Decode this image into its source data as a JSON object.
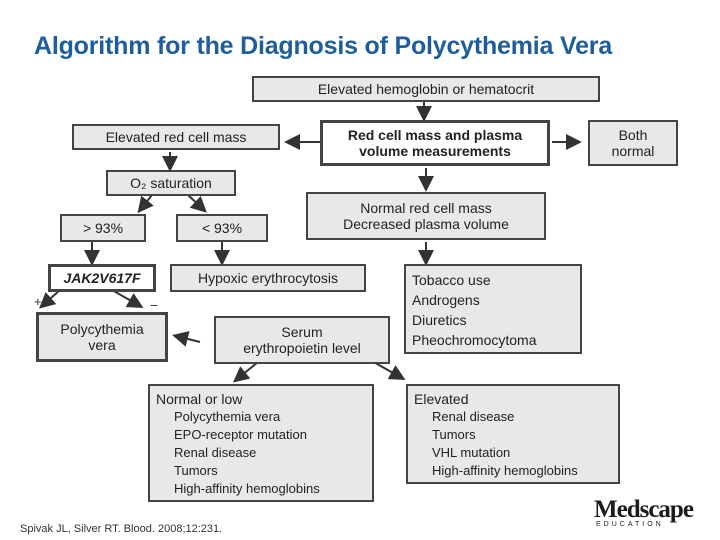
{
  "title": "Algorithm for the Diagnosis of Polycythemia Vera",
  "nodes": {
    "elevated_hgb": "Elevated hemoglobin or hematocrit",
    "rcm_plasma": [
      "Red cell mass and plasma",
      "volume measurements"
    ],
    "elevated_rcm": "Elevated red cell mass",
    "both_normal": [
      "Both",
      "normal"
    ],
    "o2_saturation": "O₂ saturation",
    "normal_rcm": [
      "Normal red cell mass",
      "Decreased plasma volume"
    ],
    "gt93": "> 93%",
    "lt93": "< 93%",
    "jak2": "JAK2V617F",
    "hypoxic": "Hypoxic erythrocytosis",
    "tobacco": [
      "Tobacco use",
      "Androgens",
      "Diuretics",
      "Pheochromocytoma"
    ],
    "pv": [
      "Polycythemia",
      "vera"
    ],
    "serum_epo": [
      "Serum",
      "erythropoietin level"
    ],
    "normal_low": {
      "header": "Normal or low",
      "items": [
        "Polycythemia vera",
        "EPO-receptor mutation",
        "Renal disease",
        "Tumors",
        "High-affinity hemoglobins"
      ]
    },
    "elevated": {
      "header": "Elevated",
      "items": [
        "Renal disease",
        "Tumors",
        "VHL mutation",
        "High-affinity hemoglobins"
      ]
    }
  },
  "jak2_branch_signs": [
    "+",
    "−"
  ],
  "citation": "Spivak JL, Silver RT. Blood. 2008;12:231.",
  "logo": {
    "name": "Medscape",
    "sub": "EDUCATION"
  },
  "colors": {
    "title": "#1f5e9c",
    "box_fill": "#e8e8e8",
    "border": "#444444"
  }
}
